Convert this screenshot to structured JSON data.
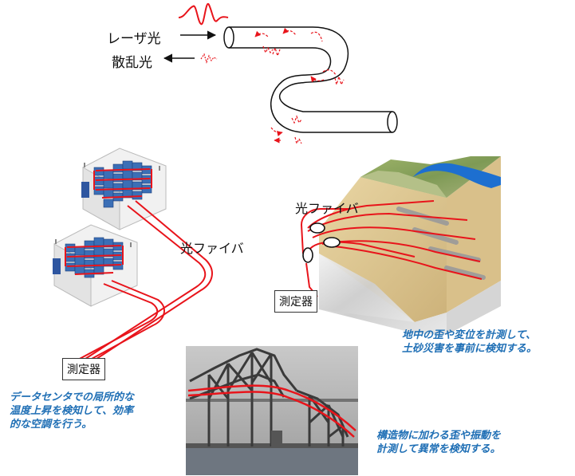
{
  "top": {
    "laser_label": "レーザ光",
    "scatter_label": "散乱光"
  },
  "datacenter": {
    "fiber_label": "光ファイバ",
    "meter_label": "測定器",
    "caption": [
      "データセンタでの局所的な",
      "温度上昇を検知して、効率",
      "的な空調を行う。"
    ]
  },
  "landslide": {
    "fiber_label": "光ファイバ",
    "meter_label": "測定器",
    "caption": [
      "地中の歪や変位を計測して、",
      "土砂災害を事前に検知する。"
    ]
  },
  "bridge": {
    "caption": [
      "構造物に加わる歪や振動を",
      "計測して異常を検知する。"
    ]
  },
  "colors": {
    "fiber": "#e8141b",
    "caption": "#1f6fb5",
    "rack": "#3b6fb6"
  }
}
